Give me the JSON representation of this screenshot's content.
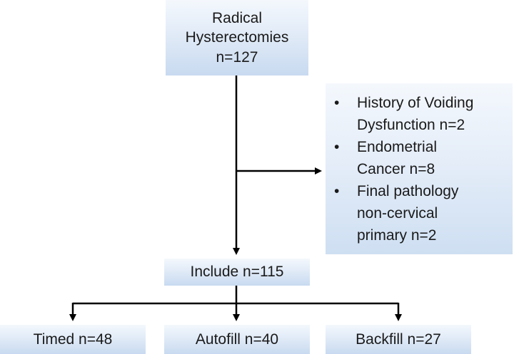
{
  "top_box": {
    "line1": "Radical",
    "line2": "Hysterectomies",
    "line3": "n=127"
  },
  "exclusions": {
    "items": [
      {
        "bullet": "•",
        "lines": [
          "History of Voiding",
          "Dysfunction n=2"
        ]
      },
      {
        "bullet": "•",
        "lines": [
          "Endometrial",
          "Cancer n=8"
        ]
      },
      {
        "bullet": "•",
        "lines": [
          "Final pathology",
          "non-cervical",
          "primary n=2"
        ]
      }
    ]
  },
  "include_box": {
    "label": "Include n=115"
  },
  "groups": {
    "timed": "Timed n=48",
    "autofill": "Autofill n=40",
    "backfill": "Backfill n=27"
  },
  "colors": {
    "box_fill_light": "#f4f8fd",
    "box_fill_dark": "#c8daf0",
    "connector": "#000000"
  }
}
